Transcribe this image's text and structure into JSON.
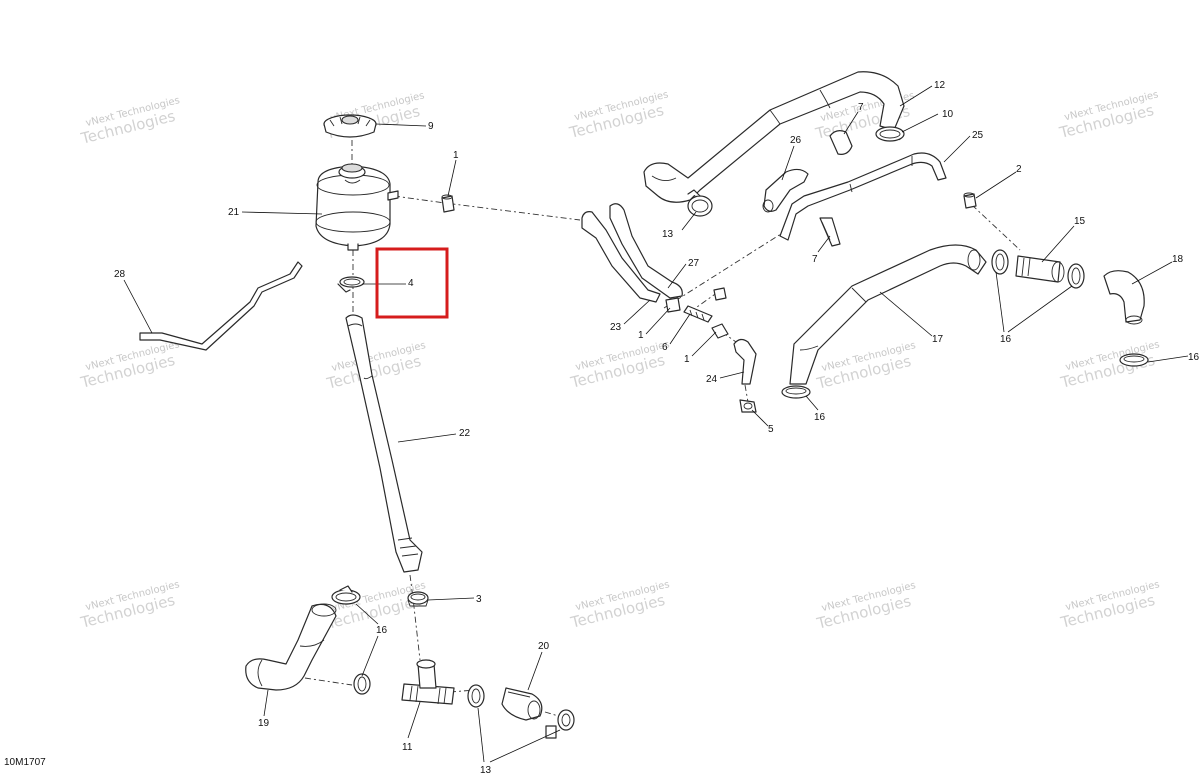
{
  "figure": {
    "reference_code": "10M1707",
    "watermark": {
      "line1": "vNext Technologies",
      "line2": "Technologies"
    },
    "highlight_color": "#d61c1c",
    "highlighted_callout": "4"
  },
  "callouts": [
    "9",
    "1",
    "21",
    "28",
    "4",
    "22",
    "3",
    "16",
    "19",
    "11",
    "20",
    "13",
    "26",
    "7",
    "12",
    "10",
    "25",
    "13",
    "2",
    "27",
    "23",
    "1",
    "6",
    "1",
    "24",
    "5",
    "7",
    "15",
    "18",
    "17",
    "16",
    "16",
    "16"
  ]
}
